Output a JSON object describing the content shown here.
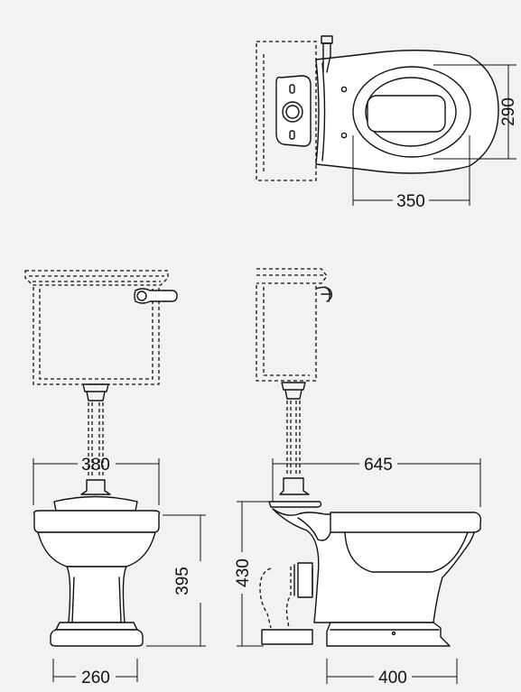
{
  "dimensions": {
    "plan_width": "350",
    "plan_depth": "290",
    "front_width": "380",
    "side_length": "645",
    "front_height": "395",
    "side_height": "430",
    "front_base_width": "260",
    "side_base_length": "400"
  }
}
